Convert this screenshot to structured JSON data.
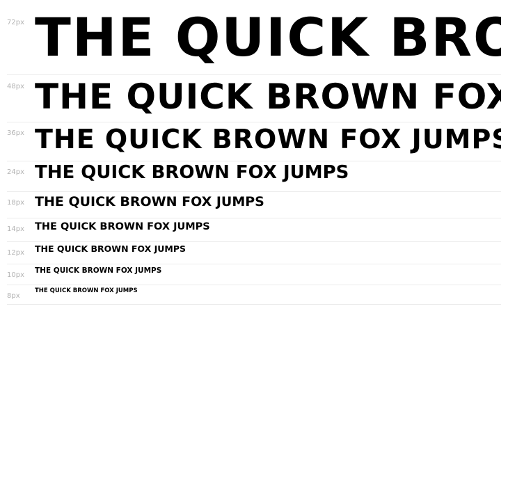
{
  "specimen": {
    "sample_text": "THE QUICK BROWN FOX JUMPS",
    "rows": [
      {
        "size_label": "72px",
        "text": "THE QUICK BROWN FOX JUMPS"
      },
      {
        "size_label": "48px",
        "text": "THE QUICK BROWN FOX JUMPS"
      },
      {
        "size_label": "36px",
        "text": "THE QUICK BROWN FOX JUMPS"
      },
      {
        "size_label": "24px",
        "text": "THE QUICK BROWN FOX JUMPS"
      },
      {
        "size_label": "18px",
        "text": "THE QUICK BROWN FOX JUMPS"
      },
      {
        "size_label": "14px",
        "text": "THE QUICK BROWN FOX JUMPS"
      },
      {
        "size_label": "12px",
        "text": "THE QUICK BROWN FOX JUMPS"
      },
      {
        "size_label": "10px",
        "text": "THE QUICK BROWN FOX JUMPS"
      },
      {
        "size_label": "8px",
        "text": "THE QUICK BROWN FOX JUMPS"
      }
    ]
  },
  "colors": {
    "background": "#ffffff",
    "sample_text": "#000000",
    "size_label": "#b3b3b3",
    "divider": "#ebebeb"
  }
}
